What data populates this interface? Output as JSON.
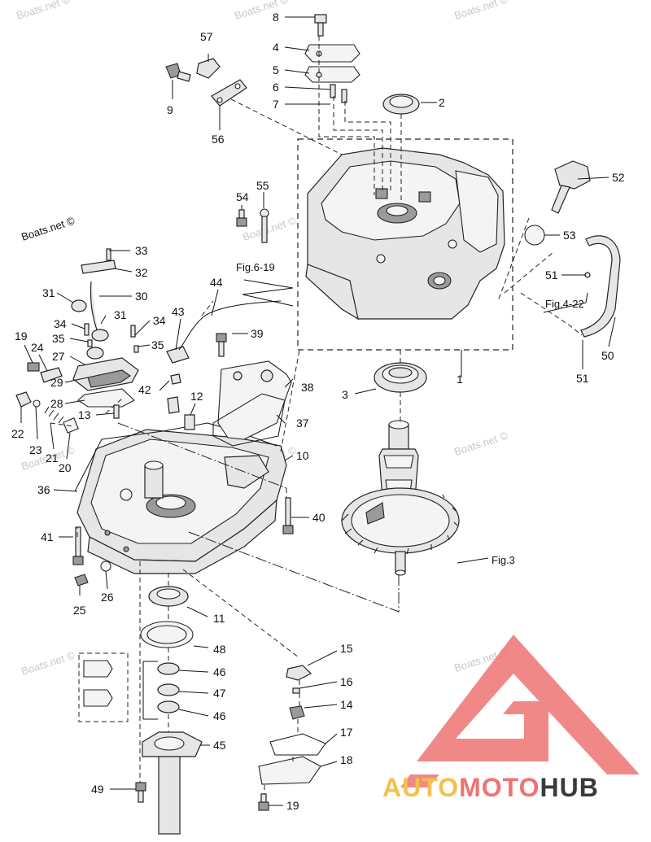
{
  "watermark": "Boats.net ©",
  "brand": {
    "part1": "AUTO",
    "part2": "MOTO",
    "part3": "HUB",
    "color1": "#f2c14e",
    "color2": "#ee7373",
    "color3": "#3a3a3a",
    "logo_color": "#ee7373"
  },
  "figure_refs": {
    "fig_6_19": "Fig.6-19",
    "fig_4_22": "Fig.4-22",
    "fig_3": "Fig.3"
  },
  "labels": {
    "p1": "1",
    "p2": "2",
    "p3": "3",
    "p4": "4",
    "p5": "5",
    "p6": "6",
    "p7": "7",
    "p8": "8",
    "p9": "9",
    "p10": "10",
    "p11": "11",
    "p12": "12",
    "p13": "13",
    "p14": "14",
    "p15": "15",
    "p16": "16",
    "p17": "17",
    "p18": "18",
    "p19a": "19",
    "p19b": "19",
    "p20": "20",
    "p21": "21",
    "p22": "22",
    "p23": "23",
    "p24": "24",
    "p25": "25",
    "p26": "26",
    "p27": "27",
    "p28": "28",
    "p29": "29",
    "p30": "30",
    "p31a": "31",
    "p31b": "31",
    "p32": "32",
    "p33": "33",
    "p34a": "34",
    "p34b": "34",
    "p35a": "35",
    "p35b": "35",
    "p36": "36",
    "p37": "37",
    "p38": "38",
    "p39": "39",
    "p40": "40",
    "p41": "41",
    "p42": "42",
    "p43": "43",
    "p44": "44",
    "p45": "45",
    "p46a": "46",
    "p46b": "46",
    "p47": "47",
    "p48": "48",
    "p49": "49",
    "p50": "50",
    "p51a": "51",
    "p51b": "51",
    "p52": "52",
    "p53": "53",
    "p54": "54",
    "p55": "55",
    "p56": "56",
    "p57": "57"
  }
}
